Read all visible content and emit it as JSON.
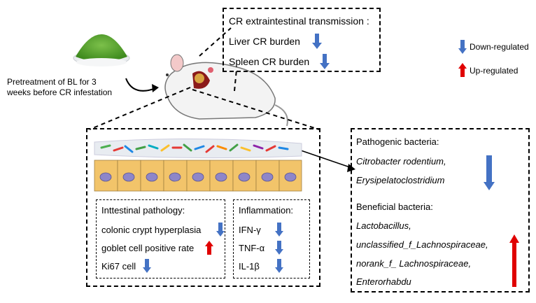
{
  "pretreatment": {
    "line1": "Pretreatment of BL for 3",
    "line2": "weeks before CR infestation"
  },
  "transmission": {
    "title": "CR extraintestinal transmission :",
    "items": [
      "Liver CR burden",
      "Spleen CR burden"
    ]
  },
  "legend": {
    "down": "Down-regulated",
    "up": "Up-regulated"
  },
  "pathology": {
    "title": "Inttestinal pathology:",
    "items": [
      "colonic crypt hyperplasia",
      "goblet cell positive rate",
      "Ki67 cell"
    ]
  },
  "inflammation": {
    "title": "Inflammation:",
    "items": [
      "IFN-γ",
      "TNF-α",
      "IL-1β"
    ]
  },
  "bacteria": {
    "pathogenic_title": "Pathogenic bacteria:",
    "pathogenic": [
      "Citrobacter rodentium,",
      "Erysipelatoclostridium"
    ],
    "beneficial_title": "Beneficial bacteria:",
    "beneficial": [
      "Lactobacillus,",
      "unclassified_f_Lachnospiraceae,",
      "norank_f_ Lachnospiraceae,",
      "Enterorhabdu"
    ]
  },
  "colors": {
    "down": "#4472C4",
    "up": "#E00000",
    "powder": "#5DA02B",
    "cell": "#F2C46A",
    "nucleus": "#8E86C9"
  }
}
